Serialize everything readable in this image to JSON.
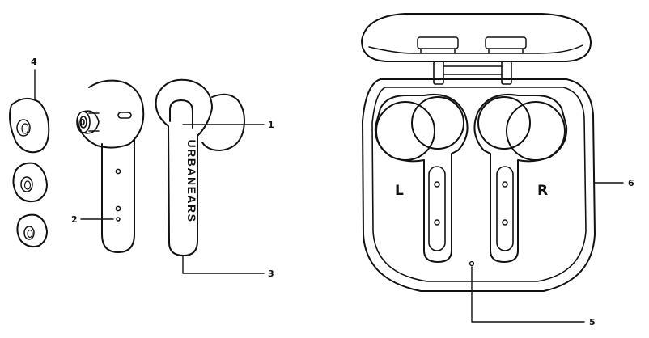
{
  "figure": {
    "brand_text": "URBANEARS",
    "left_label": "L",
    "right_label": "R",
    "callouts": {
      "c1": "1",
      "c2": "2",
      "c3": "3",
      "c4": "4",
      "c5": "5",
      "c6": "6"
    }
  },
  "colors": {
    "line": "#111111",
    "background": "#ffffff"
  }
}
